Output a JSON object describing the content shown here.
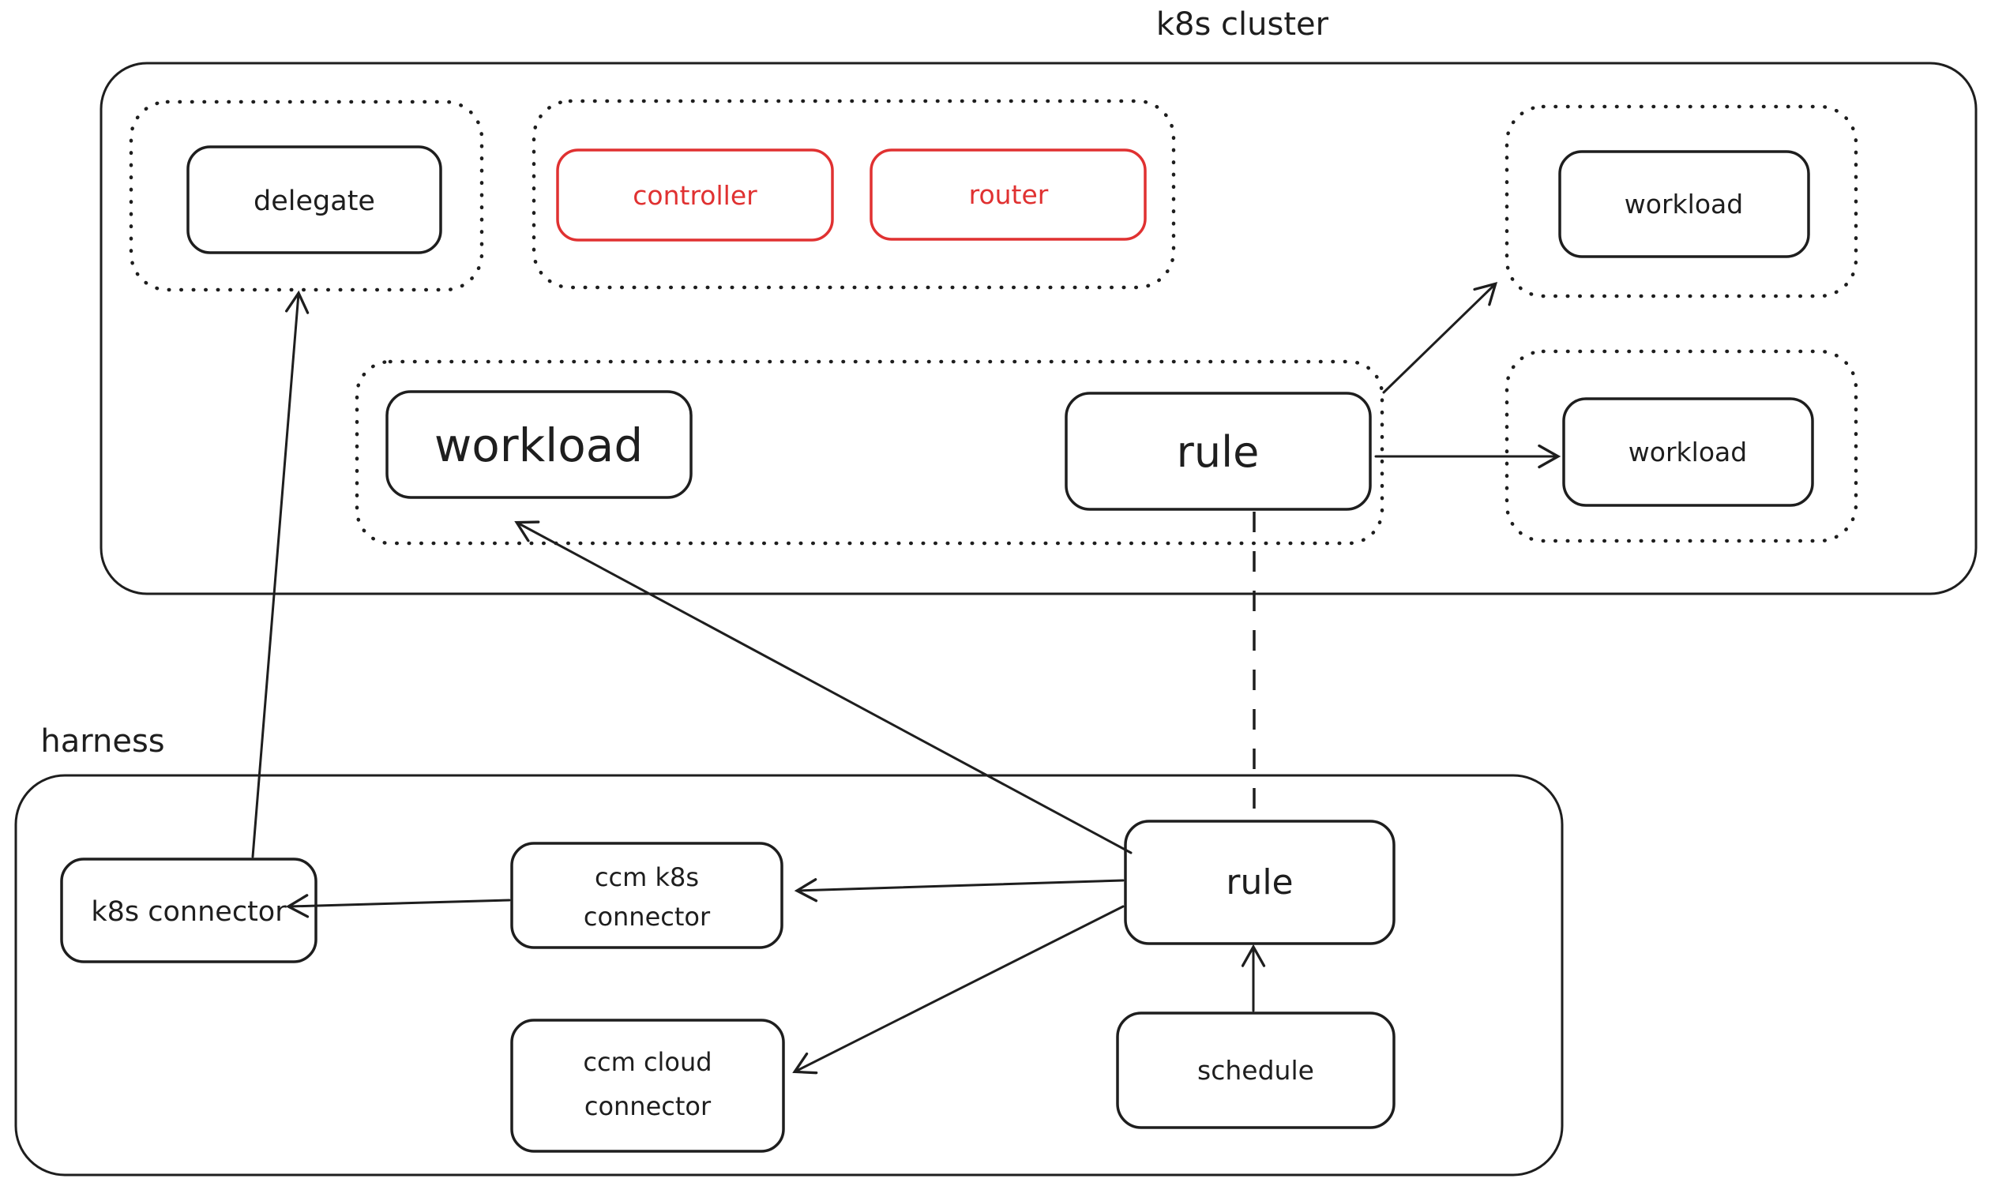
{
  "colors": {
    "ink": "#1e1e1e",
    "red": "#e03131",
    "background": "#ffffff"
  },
  "k8s_cluster": {
    "label": "k8s cluster",
    "delegate": {
      "label": "delegate"
    },
    "controller": {
      "label": "controller"
    },
    "router": {
      "label": "router"
    },
    "workload_main": {
      "label": "workload"
    },
    "rule": {
      "label": "rule"
    },
    "workload_top_right": {
      "label": "workload"
    },
    "workload_mid_right": {
      "label": "workload"
    }
  },
  "harness": {
    "label": "harness",
    "k8s_connector": {
      "label": "k8s connector"
    },
    "ccm_k8s_connector": {
      "line1": "ccm k8s",
      "line2": "connector"
    },
    "ccm_cloud_connector": {
      "line1": "ccm cloud",
      "line2": "connector"
    },
    "rule": {
      "label": "rule"
    },
    "schedule": {
      "label": "schedule"
    }
  },
  "edges": [
    {
      "from": "k8s connector",
      "to": "delegate",
      "style": "solid-arrow"
    },
    {
      "from": "rule (harness)",
      "to": "workload (k8s cluster)",
      "style": "solid-arrow"
    },
    {
      "from": "workload-rule group",
      "to": "workload (top right)",
      "style": "solid-arrow"
    },
    {
      "from": "rule (k8s cluster)",
      "to": "workload (mid right)",
      "style": "solid-arrow"
    },
    {
      "from": "rule (k8s cluster)",
      "to": "rule (harness)",
      "style": "dashed-line"
    },
    {
      "from": "ccm k8s connector",
      "to": "k8s connector",
      "style": "solid-arrow"
    },
    {
      "from": "rule (harness)",
      "to": "ccm k8s connector",
      "style": "solid-arrow"
    },
    {
      "from": "rule (harness)",
      "to": "ccm cloud connector",
      "style": "solid-arrow"
    },
    {
      "from": "schedule",
      "to": "rule (harness)",
      "style": "solid-arrow"
    }
  ]
}
